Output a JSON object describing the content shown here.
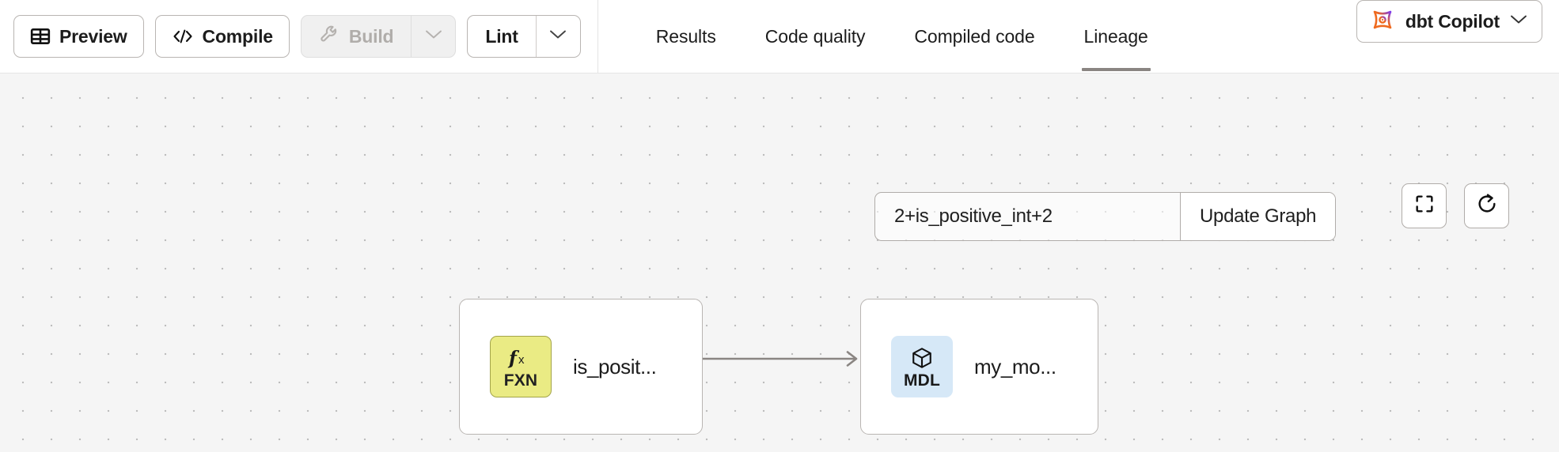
{
  "toolbar": {
    "preview": {
      "label": "Preview",
      "icon": "table-grid-icon",
      "disabled": false
    },
    "compile": {
      "label": "Compile",
      "icon": "code-brackets-icon",
      "disabled": false
    },
    "build": {
      "label": "Build",
      "icon": "wrench-icon",
      "disabled": true,
      "caret_icon": "chevron-down-icon"
    },
    "lint": {
      "label": "Lint",
      "disabled": false,
      "caret_icon": "chevron-down-icon"
    }
  },
  "tabs": {
    "items": [
      {
        "label": "Results",
        "active": false
      },
      {
        "label": "Code quality",
        "active": false
      },
      {
        "label": "Compiled code",
        "active": false
      },
      {
        "label": "Lineage",
        "active": true
      }
    ],
    "active_index": 3,
    "active_underline_color": "#8a8582"
  },
  "copilot": {
    "label": "dbt Copilot",
    "icon": "dbt-copilot-atom-icon",
    "caret_icon": "chevron-down-icon",
    "icon_gradient_from": "#ef6a1e",
    "icon_gradient_to": "#7c3aed"
  },
  "graph_controls": {
    "selector_value": "2+is_positive_int+2",
    "selector_placeholder": "Enter node selector",
    "update_label": "Update Graph",
    "fit_icon": "fullscreen-fit-icon",
    "reset_icon": "refresh-icon"
  },
  "lineage": {
    "canvas_bg": "#f5f5f5",
    "dot_color": "#bdbdbd",
    "edge_color": "#8a8582",
    "nodes": [
      {
        "id": "is_positive_int",
        "label": "is_posit...",
        "badge_tag": "FXN",
        "badge_glyph": "fx",
        "badge_icon": "function-fx-icon",
        "badge_bg": "#eaeb84"
      },
      {
        "id": "my_model",
        "label": "my_mo...",
        "badge_tag": "MDL",
        "badge_glyph": "",
        "badge_icon": "cube-model-icon",
        "badge_bg": "#d6e8f7"
      }
    ],
    "edges": [
      {
        "from": "is_positive_int",
        "to": "my_model"
      }
    ]
  }
}
